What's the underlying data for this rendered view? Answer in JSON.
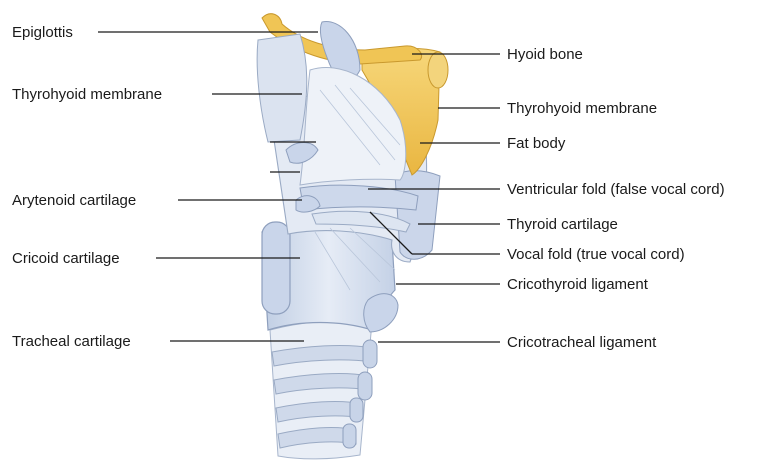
{
  "labels": {
    "left": {
      "epiglottis": "Epiglottis",
      "thyrohyoid_membrane": "Thyrohyoid membrane",
      "arytenoid_cartilage": "Arytenoid cartilage",
      "cricoid_cartilage": "Cricoid cartilage",
      "tracheal_cartilage": "Tracheal cartilage"
    },
    "right": {
      "hyoid_bone": "Hyoid bone",
      "thyrohyoid_membrane": "Thyrohyoid membrane",
      "fat_body": "Fat body",
      "ventricular_fold": "Ventricular fold (false vocal cord)",
      "thyroid_cartilage": "Thyroid cartilage",
      "vocal_fold": "Vocal fold (true vocal cord)",
      "cricothyroid_ligament": "Cricothyroid ligament",
      "cricotracheal_ligament": "Cricotracheal ligament"
    }
  },
  "colors": {
    "cartilage": "#d3dded",
    "cartilage_edge": "#8e9fbd",
    "fat": "#f2c65a",
    "membrane": "#e8edf5",
    "line": "#1a1a1a"
  }
}
